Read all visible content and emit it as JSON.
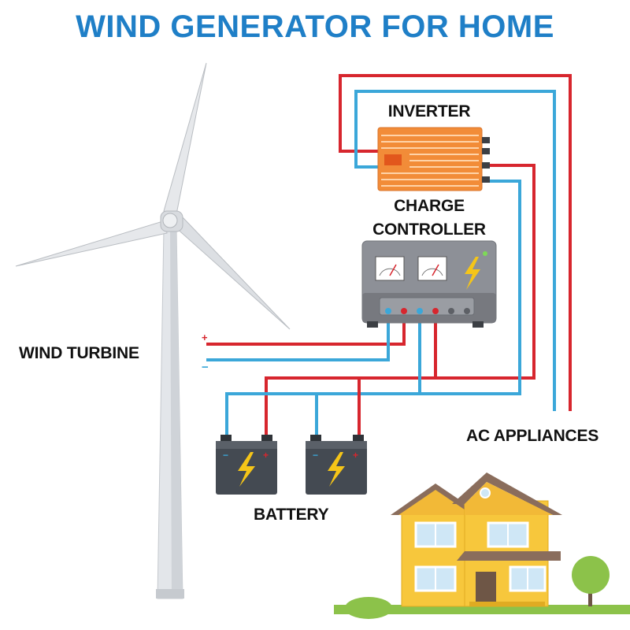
{
  "title": "WIND GENERATOR FOR HOME",
  "labels": {
    "inverter": "INVERTER",
    "charge_controller_1": "CHARGE",
    "charge_controller_2": "CONTROLLER",
    "wind_turbine": "WIND TURBINE",
    "ac_appliances": "AC APPLIANCES",
    "battery": "BATTERY"
  },
  "terminals": {
    "positive": "+",
    "negative": "−"
  },
  "colors": {
    "title": "#1f7fc7",
    "positive_wire": "#d7262e",
    "negative_wire": "#3ba7d9",
    "inverter_body": "#f28c38",
    "controller_body": "#8d9097",
    "battery_body": "#444a52",
    "bolt": "#f5c518",
    "house_wall": "#f7c73c",
    "roof": "#8a6d5c",
    "window": "#cfe7f6",
    "grass": "#8cc24a",
    "turbine": "#dcdfe3"
  },
  "icons": [
    "lightning-bolt-icon",
    "gauge-icon",
    "wind-turbine-icon",
    "house-icon",
    "tree-icon"
  ]
}
